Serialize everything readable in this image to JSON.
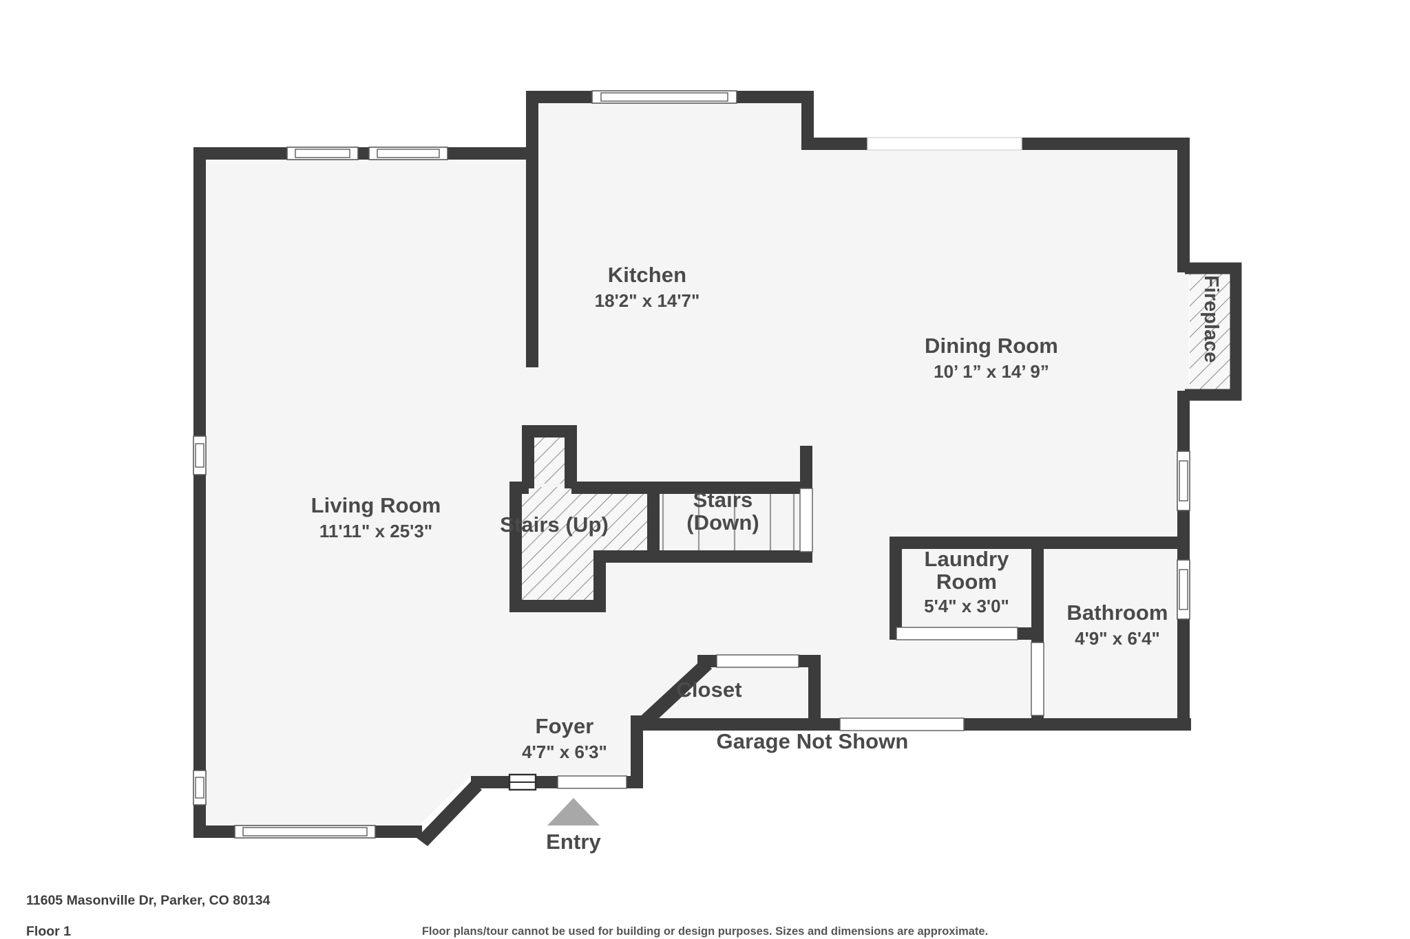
{
  "document": {
    "address": "11605 Masonville Dr, Parker, CO 80134",
    "floor": "Floor 1",
    "disclaimer": "Floor plans/tour cannot be used for building or design purposes. Sizes and dimensions are approximate."
  },
  "colors": {
    "wall": "#3c3c3c",
    "wall_edge": "#2f2f2f",
    "room_fill": "#f5f5f5",
    "window_fill": "#ffffff",
    "window_stroke": "#5a5a5a",
    "hatch": "#8a8a8a",
    "label_text": "#4a4a4a",
    "entry_marker": "#a8a8a8",
    "page_background": "#ffffff"
  },
  "rooms": [
    {
      "id": "kitchen",
      "name": "Kitchen",
      "dims": "18'2\" x 14'7\""
    },
    {
      "id": "dining_room",
      "name": "Dining Room",
      "dims": "10’ 1” x 14’ 9”"
    },
    {
      "id": "living_room",
      "name": "Living Room",
      "dims": "11'11\" x 25'3\""
    },
    {
      "id": "laundry_room",
      "name": "Laundry Room",
      "dims": "5'4\" x 3'0\""
    },
    {
      "id": "bathroom",
      "name": "Bathroom",
      "dims": "4'9\" x 6'4\""
    },
    {
      "id": "foyer",
      "name": "Foyer",
      "dims": "4'7\" x 6'3\""
    },
    {
      "id": "closet",
      "name": "Closet",
      "dims": ""
    }
  ],
  "features": {
    "stairs_up": "Stairs (Up)",
    "stairs_down_line1": "Stairs",
    "stairs_down_line2": "(Down)",
    "fireplace": "Fireplace",
    "garage_note": "Garage Not Shown",
    "entry": "Entry",
    "laundry_line1": "Laundry",
    "laundry_line2": "Room"
  }
}
